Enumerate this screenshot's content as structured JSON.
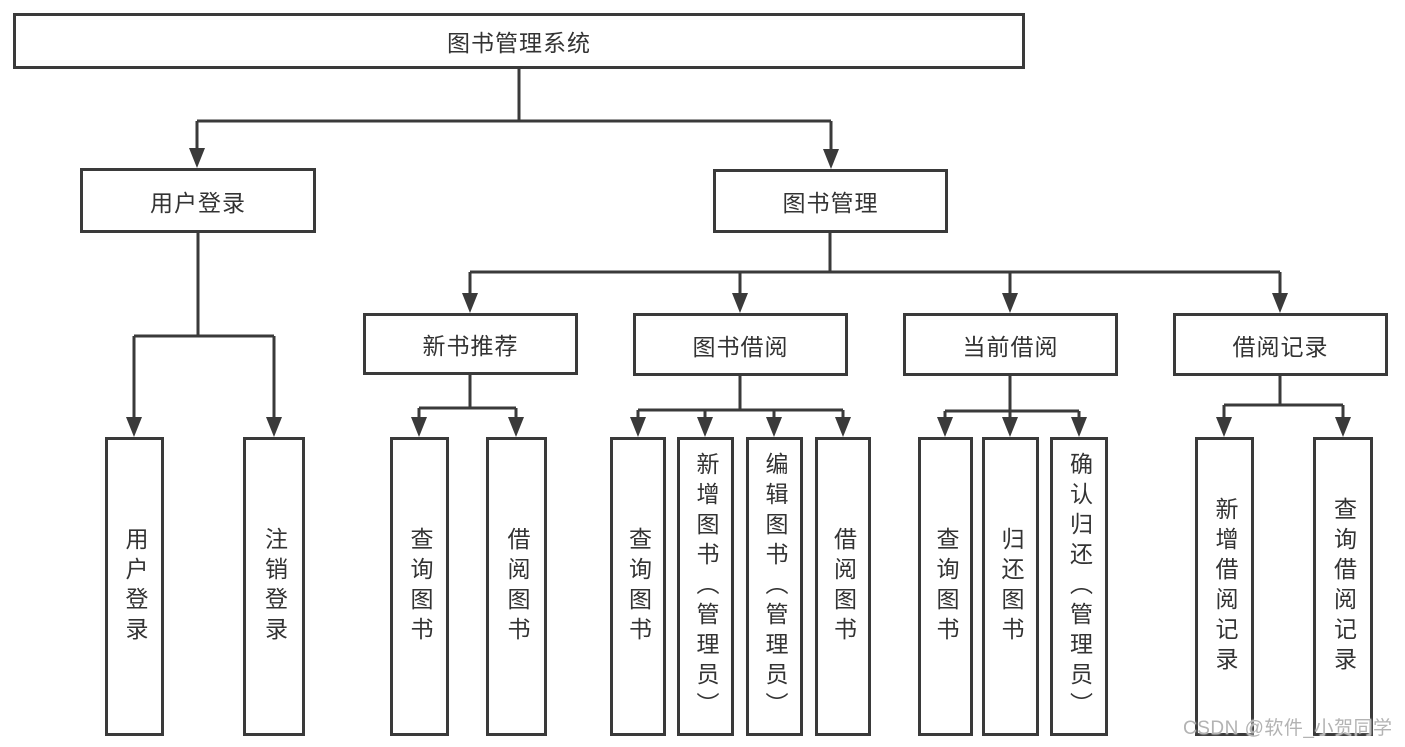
{
  "diagram": {
    "title": "图书管理系统",
    "hierarchy": {
      "label": "图书管理系统",
      "children": [
        {
          "label": "用户登录",
          "children": [
            {
              "label": "用户登录"
            },
            {
              "label": "注销登录"
            }
          ]
        },
        {
          "label": "图书管理",
          "children": [
            {
              "label": "新书推荐",
              "children": [
                {
                  "label": "查询图书"
                },
                {
                  "label": "借阅图书"
                }
              ]
            },
            {
              "label": "图书借阅",
              "children": [
                {
                  "label": "查询图书"
                },
                {
                  "label": "新增图书（管理员）"
                },
                {
                  "label": "编辑图书（管理员）"
                },
                {
                  "label": "借阅图书"
                }
              ]
            },
            {
              "label": "当前借阅",
              "children": [
                {
                  "label": "查询图书"
                },
                {
                  "label": "归还图书"
                },
                {
                  "label": "确认归还（管理员）"
                }
              ]
            },
            {
              "label": "借阅记录",
              "children": [
                {
                  "label": "新增借阅记录"
                },
                {
                  "label": "查询借阅记录"
                }
              ]
            }
          ]
        }
      ]
    },
    "colors": {
      "line": "#3a3a3a",
      "box_border": "#3a3a3a",
      "box_fill": "#ffffff",
      "text": "#333333",
      "background": "#ffffff",
      "watermark": "#b3b3b3"
    }
  },
  "watermark": {
    "text": "CSDN @软件_小贺同学"
  }
}
